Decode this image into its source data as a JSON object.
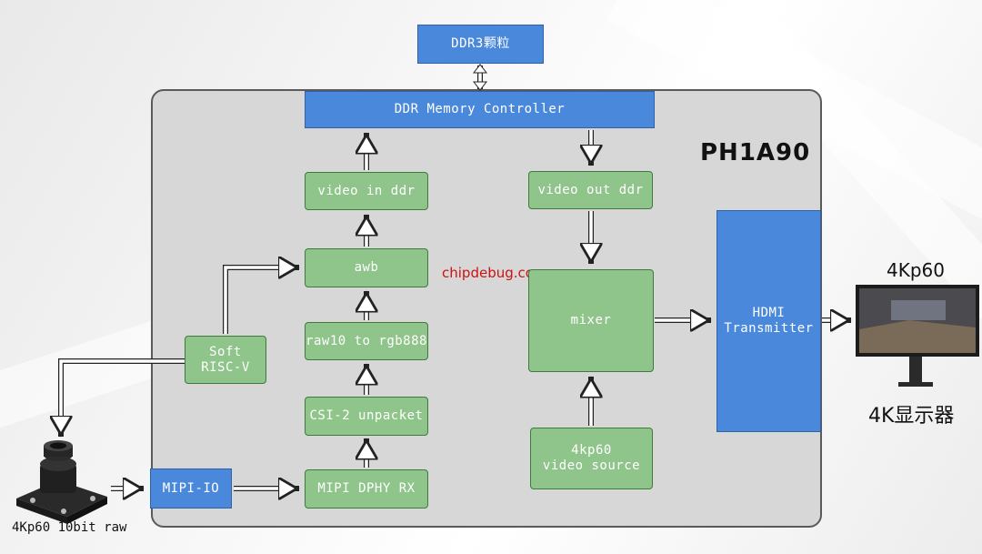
{
  "chip_name": "PH1A90",
  "watermark": "chipdebug.com",
  "blocks": {
    "ddr3_chip": "DDR3颗粒",
    "ddr_controller": "DDR Memory Controller",
    "video_in_ddr": "video in ddr",
    "video_out_ddr": "video out ddr",
    "awb": "awb",
    "raw10_to_rgb888": "raw10 to rgb888",
    "csi2_unpacket": "CSI-2 unpacket",
    "mipi_dphy_rx": "MIPI DPHY RX",
    "mipi_io": "MIPI-IO",
    "soft_riscv": "Soft\nRISC-V",
    "mixer": "mixer",
    "video_source": "4kp60\nvideo source",
    "hdmi_tx": "HDMI\nTransmitter"
  },
  "camera_label": "4Kp60 10bit raw",
  "monitor_top_label": "4Kp60",
  "monitor_bottom_label": "4K显示器",
  "icons": [
    "camera-module-icon",
    "4k-monitor-icon"
  ]
}
